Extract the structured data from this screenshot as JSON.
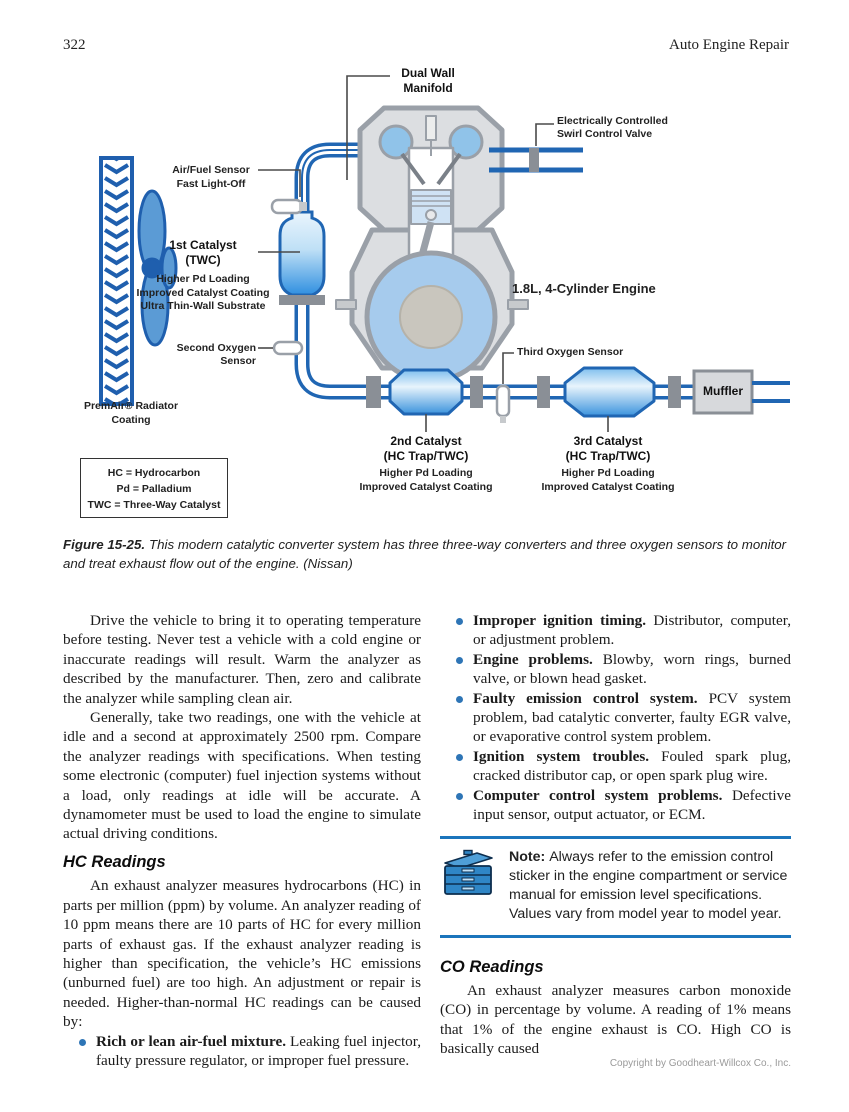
{
  "header": {
    "page_number": "322",
    "running_head": "Auto Engine Repair"
  },
  "diagram": {
    "labels": {
      "dual_wall": "Dual Wall\nManifold",
      "swirl_valve": "Electrically Controlled\nSwirl Control Valve",
      "air_fuel_sensor": "Air/Fuel Sensor\nFast Light-Off",
      "cat1_title": "1st Catalyst\n(TWC)",
      "cat1_sub": "Higher Pd Loading\nImproved Catalyst Coating\nUltra Thin-Wall Substrate",
      "second_o2": "Second Oxygen Sensor",
      "engine": "1.8L, 4-Cylinder Engine",
      "third_o2": "Third Oxygen Sensor",
      "cat2_title": "2nd Catalyst\n(HC Trap/TWC)",
      "cat2_sub": "Higher Pd Loading\nImproved Catalyst Coating",
      "cat3_title": "3rd Catalyst\n(HC Trap/TWC)",
      "cat3_sub": "Higher Pd Loading\nImproved Catalyst Coating",
      "muffler": "Muffler",
      "premair": "PremAir® Radiator\nCoating",
      "legend": "HC = Hydrocarbon\nPd = Palladium\nTWC = Three-Way Catalyst"
    },
    "colors": {
      "pipe_blue": "#2066b3",
      "catalyst_blue": "#2f8fe0",
      "engine_gray": "#9aa0a8",
      "note_rule_blue": "#1b75bc",
      "bullet_blue": "#2e75b6"
    }
  },
  "caption": {
    "label": "Figure 15-25.",
    "text": "This modern catalytic converter system has three three-way converters and three oxygen sensors to monitor and treat exhaust flow out of the engine. (Nissan)"
  },
  "left_column": {
    "para1": "Drive the vehicle to bring it to operating temperature before testing. Never test a vehicle with a cold engine or inaccurate readings will result. Warm the analyzer as described by the manufacturer. Then, zero and calibrate the analyzer while sampling clean air.",
    "para2": "Generally, take two readings, one with the vehicle at idle and a second at approximately 2500 rpm. Compare the analyzer readings with specifications. When testing some electronic (computer) fuel injection systems without a load, only readings at idle will be accurate. A dynamometer must be used to load the engine to simulate actual driving conditions.",
    "hc_heading": "HC Readings",
    "hc_para": "An exhaust analyzer measures hydrocarbons (HC) in parts per million (ppm) by volume. An analyzer reading of 10 ppm means there are 10 parts of HC for every million parts of exhaust gas. If the exhaust analyzer reading is higher than specification, the vehicle’s HC emissions (unburned fuel) are too high. An adjustment or repair is needed. Higher-than-normal HC readings can be caused by:",
    "bullet": {
      "bold": "Rich or lean air-fuel mixture. ",
      "text": "Leaking fuel injector, faulty pressure regulator, or improper fuel pressure."
    }
  },
  "right_column": {
    "bullets": [
      {
        "bold": "Improper ignition timing. ",
        "text": "Distributor, computer, or adjustment problem."
      },
      {
        "bold": "Engine problems. ",
        "text": "Blowby, worn rings, burned valve, or blown head gasket."
      },
      {
        "bold": "Faulty emission control system. ",
        "text": "PCV system problem, bad catalytic converter, faulty EGR valve, or evaporative control system problem."
      },
      {
        "bold": "Ignition system troubles. ",
        "text": "Fouled spark plug, cracked distributor cap, or open spark plug wire."
      },
      {
        "bold": "Computer control system problems. ",
        "text": "Defective input sensor, output actuator, or ECM."
      }
    ],
    "note": {
      "label": "Note: ",
      "text": "Always refer to the emission control sticker in the engine compartment or service manual for emission level specifications. Values vary from model year to model year."
    },
    "co_heading": "CO Readings",
    "co_para": "An exhaust analyzer measures carbon monoxide (CO) in percentage by volume. A reading of 1% means that 1% of the engine exhaust is CO. High CO is basically caused"
  },
  "footer": {
    "copyright": "Copyright by Goodheart-Willcox Co., Inc."
  }
}
